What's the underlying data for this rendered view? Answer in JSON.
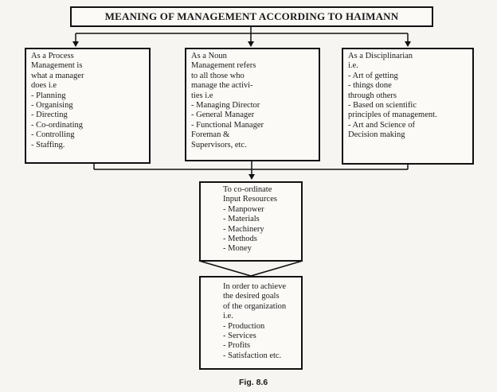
{
  "title": "MEANING OF MANAGEMENT ACCORDING TO HAIMANN",
  "process_box": {
    "lines": [
      "As a Process",
      "Management is",
      "what a manager",
      "does i.e",
      "- Planning",
      "- Organising",
      "- Directing",
      "- Co-ordinating",
      "- Controlling",
      "- Staffing."
    ]
  },
  "noun_box": {
    "lines": [
      "As a Noun",
      "Management refers",
      "to all those who",
      "manage the activi-",
      "ties i.e",
      "- Managing Director",
      "- General Manager",
      "- Functional Manager",
      "Foreman &",
      "Supervisors, etc."
    ]
  },
  "discipline_box": {
    "lines": [
      "As a Disciplinarian",
      "i.e.",
      "- Art of getting",
      "- things done",
      "through others",
      "- Based on scientific",
      "principles of management.",
      "- Art and Science of",
      "Decision making"
    ]
  },
  "coordinate_box": {
    "lines": [
      "To co-ordinate",
      "Input Resources",
      "- Manpower",
      "- Materials",
      "- Machinery",
      "- Methods",
      "- Money"
    ]
  },
  "goals_box": {
    "lines": [
      "In order to achieve",
      "the desired goals",
      "of the organization",
      "i.e.",
      "- Production",
      "- Services",
      "- Profits",
      "- Satisfaction etc."
    ]
  },
  "caption": "Fig. 8.6"
}
